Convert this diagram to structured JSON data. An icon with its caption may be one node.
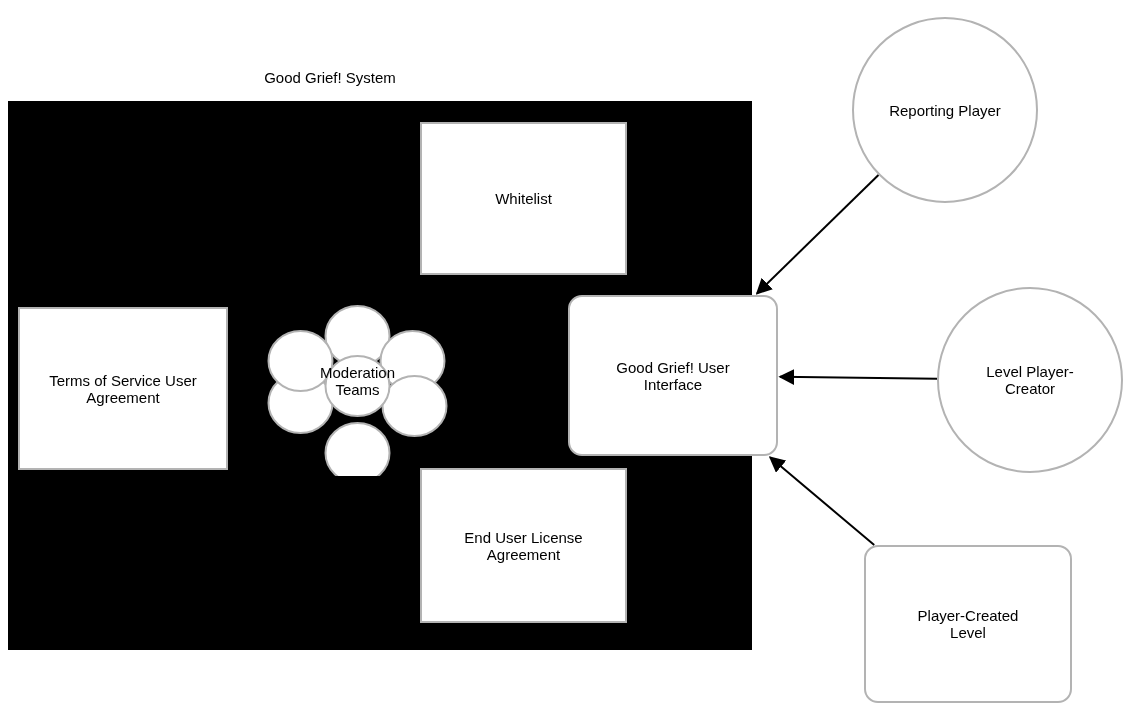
{
  "diagram": {
    "nodes": [
      {
        "text": [
          "Good Grief! System"
        ]
      },
      {
        "text": [
          "Whitelist"
        ],
        "in": 0
      },
      {
        "text": [
          "Terms of Service User Agreement"
        ],
        "in": 0
      },
      {
        "text": [
          "Moderation Teams"
        ],
        "in": 0
      },
      {
        "text": [
          "End User License Agreement"
        ],
        "in": 0
      },
      {
        "text": [
          "Good Grief! User Interface"
        ]
      },
      {
        "text": [
          "Reporting Player"
        ]
      },
      {
        "text": [
          "Level Player-Creator"
        ]
      },
      {
        "text": [
          "Player-Created Level"
        ]
      }
    ],
    "edges": [
      {
        "from": 6,
        "to": 5,
        "arrow": "to"
      },
      {
        "from": 7,
        "to": 5,
        "arrow": "to"
      },
      {
        "from": 8,
        "to": 5,
        "arrow": "to"
      }
    ]
  }
}
